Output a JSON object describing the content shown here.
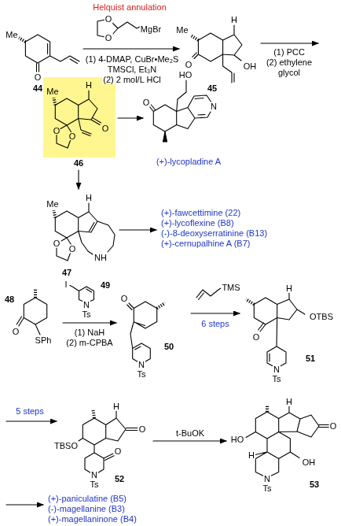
{
  "diagram": {
    "nodes": [
      {
        "text": [
          "Me",
          "H",
          "O",
          "O",
          "O"
        ]
      }
    ],
    "edges": [],
    "labels": [
      "Helquist annulation",
      "O",
      "O",
      "MgBr",
      "(1) 4-DMAP, CuBr•Me₂S",
      "TMSCl, Et₃N",
      "(2) 2 mol/L HCl",
      "Me",
      "O",
      "44",
      "Me",
      "H",
      "O",
      "OH",
      "45",
      "(1) PCC",
      "(2) ethylene",
      "glycol",
      "46",
      "HO",
      "O",
      "N",
      "(+)-lycopladine A",
      "Me",
      "H",
      "O",
      "O",
      "NH",
      "47",
      "(+)-fawcettimine (22)",
      "(+)-lycoflexine (B8)",
      "(-)-8-deoxyserratinine (B13)",
      "(+)-cernupalhine A (B7)",
      "48",
      "O",
      "SPh",
      "I",
      "N",
      "Ts",
      "49",
      "(1) NaH",
      "(2) m-CPBA",
      "O",
      "N",
      "Ts",
      "50",
      "TMS",
      "6 steps",
      "H",
      "O",
      "OTBS",
      "N",
      "Ts",
      "51",
      "5 steps",
      "TBSO",
      "H",
      "O",
      "O",
      "N",
      "Ts",
      "52",
      "t-BuOK",
      "H",
      "HO",
      "O",
      "OH",
      "H",
      "N",
      "Ts",
      "53",
      "(+)-paniculatine (B5)",
      "(-)-magellanine (B3)",
      "(+)-magellaninone (B4)"
    ]
  }
}
